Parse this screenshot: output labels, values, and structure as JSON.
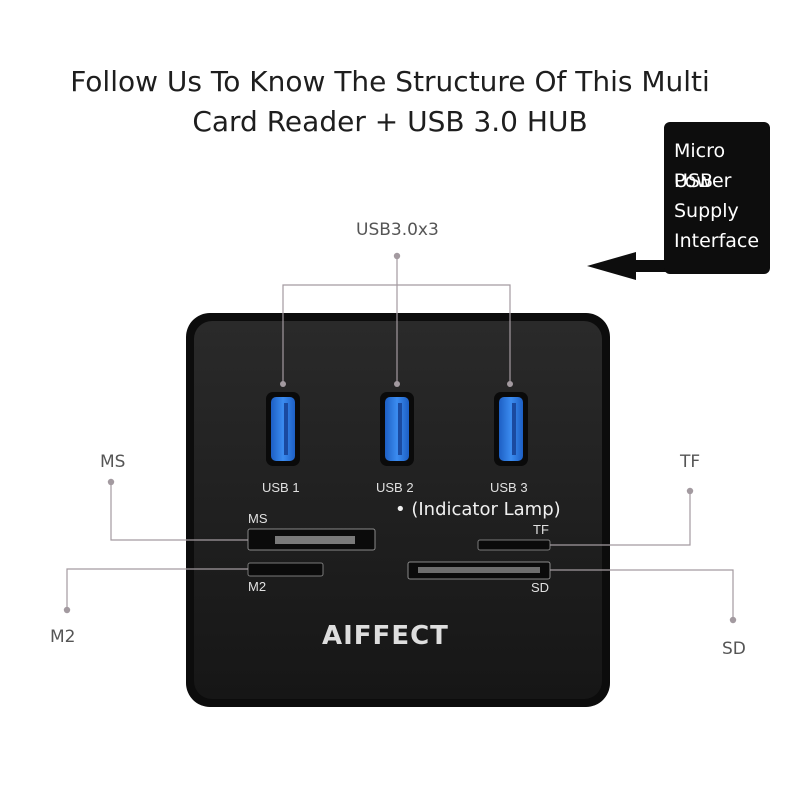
{
  "heading": {
    "line1": "Follow Us To Know The Structure Of This Multi",
    "line2": "Card Reader + USB 3.0 HUB"
  },
  "power_callout": {
    "lines": [
      "Micro USB",
      "Power",
      "Supply",
      "Interface"
    ]
  },
  "callouts": {
    "usb_group": "USB3.0x3",
    "ms": "MS",
    "tf": "TF",
    "m2": "M2",
    "sd": "SD"
  },
  "device": {
    "ports": [
      "USB 1",
      "USB 2",
      "USB 3"
    ],
    "slot_ms": "MS",
    "slot_m2": "M2",
    "slot_tf": "TF",
    "slot_sd": "SD",
    "indicator": "• (Indicator Lamp)",
    "brand": "AIFFECT"
  },
  "colors": {
    "device_body": "#1c1c1c",
    "usb_blue": "#2f80e8",
    "leader_line": "#a39aa0",
    "arrow": "#0d0d0d"
  }
}
